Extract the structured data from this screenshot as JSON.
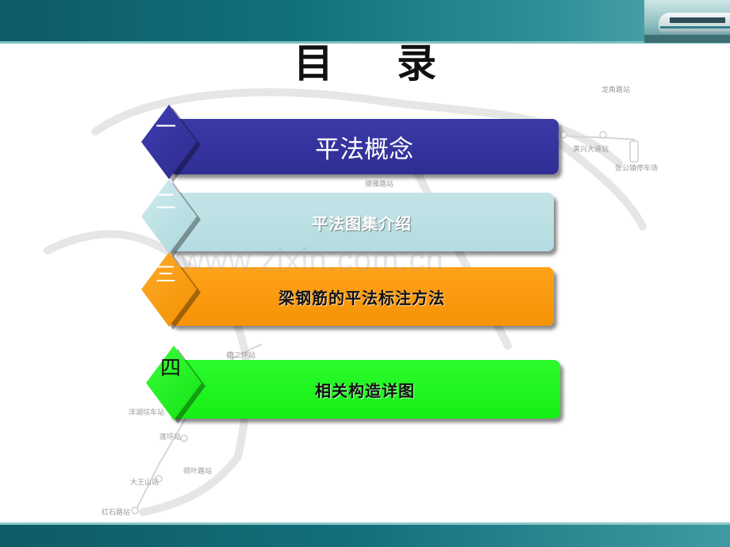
{
  "title": {
    "char1": "目",
    "char2": "录"
  },
  "menu": [
    {
      "number": "一",
      "label": "平法概念",
      "color": "#2f2e95"
    },
    {
      "number": "二",
      "label": "平法图集介绍",
      "color": "#b4dce0"
    },
    {
      "number": "三",
      "label": "梁钢筋的平法标注方法",
      "color": "#f69305"
    },
    {
      "number": "四",
      "label": "相关构造详图",
      "color": "#15ef15"
    }
  ],
  "watermark": "www.zixin.com.cn",
  "map_labels": [
    "龙角路站",
    "黄兴大道站",
    "张公镇停车场",
    "德雅路站",
    "南二环站",
    "洋湖垸车站",
    "莲坪站",
    "荷叶路站",
    "大王山站",
    "红石路站"
  ],
  "colors": {
    "header": "#12707c",
    "footer": "#14707b"
  }
}
